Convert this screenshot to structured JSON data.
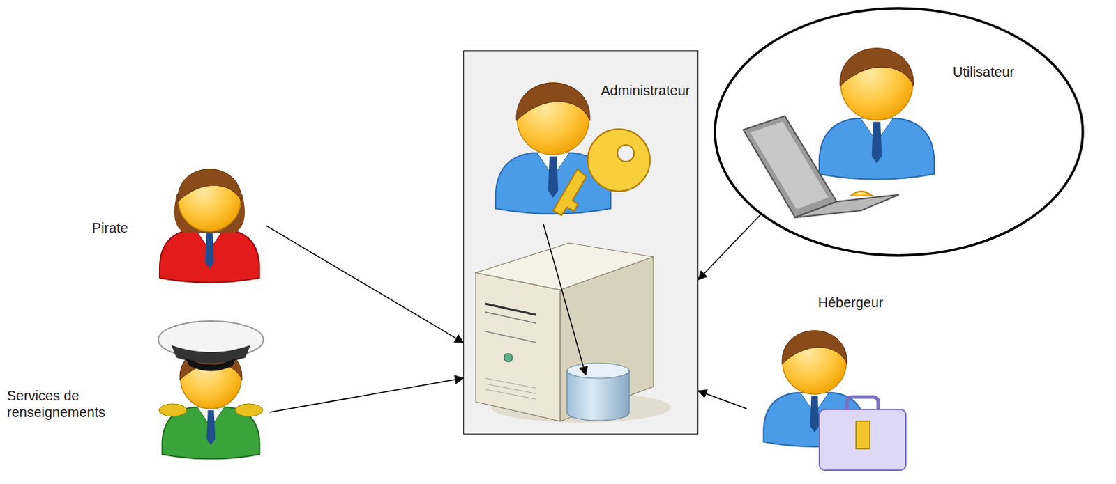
{
  "diagram": {
    "nodes": [
      {
        "text": [
          "Administrateur"
        ]
      },
      {
        "text": [
          "Utilisateur"
        ]
      },
      {
        "text": [
          "Pirate"
        ]
      },
      {
        "text": [
          "Services de renseignements"
        ]
      },
      {
        "text": [
          "Hébergeur"
        ]
      }
    ],
    "edges": [
      {
        "from": 2,
        "to": 0,
        "arrow": "to"
      },
      {
        "from": 3,
        "to": 0,
        "arrow": "to"
      },
      {
        "from": 1,
        "to": 0,
        "arrow": "to"
      },
      {
        "from": 4,
        "to": 0,
        "arrow": "to"
      }
    ]
  }
}
